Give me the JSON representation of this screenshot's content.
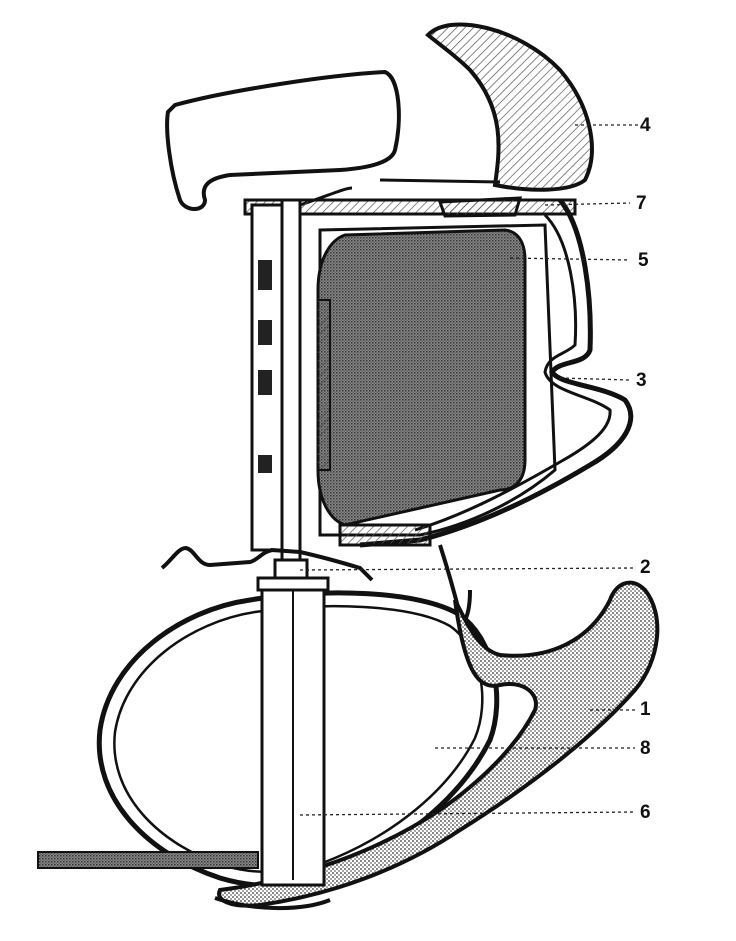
{
  "diagram": {
    "callouts": [
      {
        "id": "4",
        "label": "4"
      },
      {
        "id": "7",
        "label": "7"
      },
      {
        "id": "5",
        "label": "5"
      },
      {
        "id": "3",
        "label": "3"
      },
      {
        "id": "2",
        "label": "2"
      },
      {
        "id": "1",
        "label": "1"
      },
      {
        "id": "8",
        "label": "8"
      },
      {
        "id": "6",
        "label": "6"
      }
    ],
    "colors": {
      "ink": "#111111",
      "hatch": "#555555",
      "background": "#ffffff"
    }
  }
}
